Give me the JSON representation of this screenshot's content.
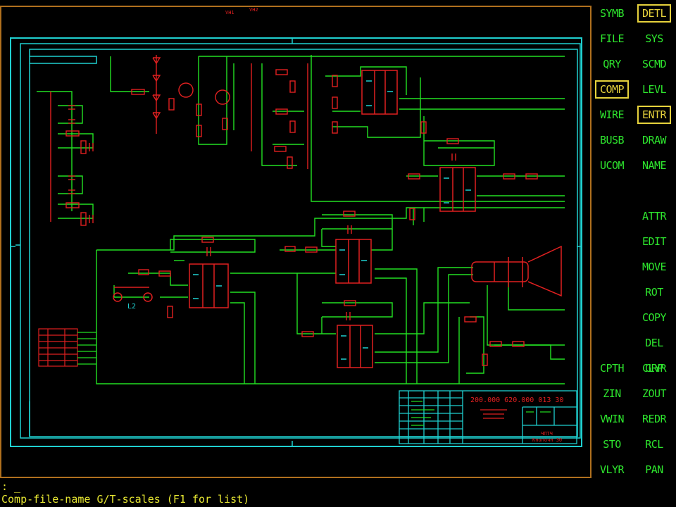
{
  "colors": {
    "frame": "#b0701e",
    "border": "#1fd0d0",
    "wire": "#22e022",
    "component": "#e02020",
    "menu": "#2ee62e",
    "active": "#e6d23c"
  },
  "menu": {
    "buttons": [
      {
        "id": "symb",
        "label": "SYMB",
        "active": false
      },
      {
        "id": "detl",
        "label": "DETL",
        "active": true
      },
      {
        "id": "file",
        "label": "FILE",
        "active": false
      },
      {
        "id": "sys",
        "label": "SYS",
        "active": false
      },
      {
        "id": "qry",
        "label": "QRY",
        "active": false
      },
      {
        "id": "scmd",
        "label": "SCMD",
        "active": false
      },
      {
        "id": "comp",
        "label": "COMP",
        "active": true
      },
      {
        "id": "levl",
        "label": "LEVL",
        "active": false
      },
      {
        "id": "wire",
        "label": "WIRE",
        "active": false
      },
      {
        "id": "entr",
        "label": "ENTR",
        "active": true
      },
      {
        "id": "busb",
        "label": "BUSB",
        "active": false
      },
      {
        "id": "draw",
        "label": "DRAW",
        "active": false
      },
      {
        "id": "ucom",
        "label": "UCOM",
        "active": false
      },
      {
        "id": "name",
        "label": "NAME",
        "active": false
      },
      {
        "id": "attr",
        "label": "ATTR",
        "active": false
      },
      {
        "id": "edit",
        "label": "EDIT",
        "active": false
      },
      {
        "id": "move",
        "label": "MOVE",
        "active": false
      },
      {
        "id": "rot",
        "label": "ROT",
        "active": false
      },
      {
        "id": "copy",
        "label": "COPY",
        "active": false
      },
      {
        "id": "del",
        "label": "DEL",
        "active": false
      },
      {
        "id": "clyr",
        "label": "CLYR",
        "active": false
      },
      {
        "id": "cpth",
        "label": "CPTH",
        "active": false
      },
      {
        "id": "grp",
        "label": "GRP",
        "active": false
      },
      {
        "id": "zin",
        "label": "ZIN",
        "active": false
      },
      {
        "id": "zout",
        "label": "ZOUT",
        "active": false
      },
      {
        "id": "vwin",
        "label": "VWIN",
        "active": false
      },
      {
        "id": "redr",
        "label": "REDR",
        "active": false
      },
      {
        "id": "sto",
        "label": "STO",
        "active": false
      },
      {
        "id": "rcl",
        "label": "RCL",
        "active": false
      },
      {
        "id": "vlyr",
        "label": "VLYR",
        "active": false
      },
      {
        "id": "pan",
        "label": "PAN",
        "active": false
      }
    ]
  },
  "schematic": {
    "top_labels": [
      "VH1",
      "VH2"
    ],
    "part_label": "L2",
    "title_block": {
      "coords": "200.000 620.000 013 30",
      "code": "ЧПТЧ",
      "sheet": "Кнопочн 30"
    }
  },
  "command_line": {
    "prompt": ": _",
    "text": "Comp-file-name G/T-scales (F1 for list)"
  }
}
